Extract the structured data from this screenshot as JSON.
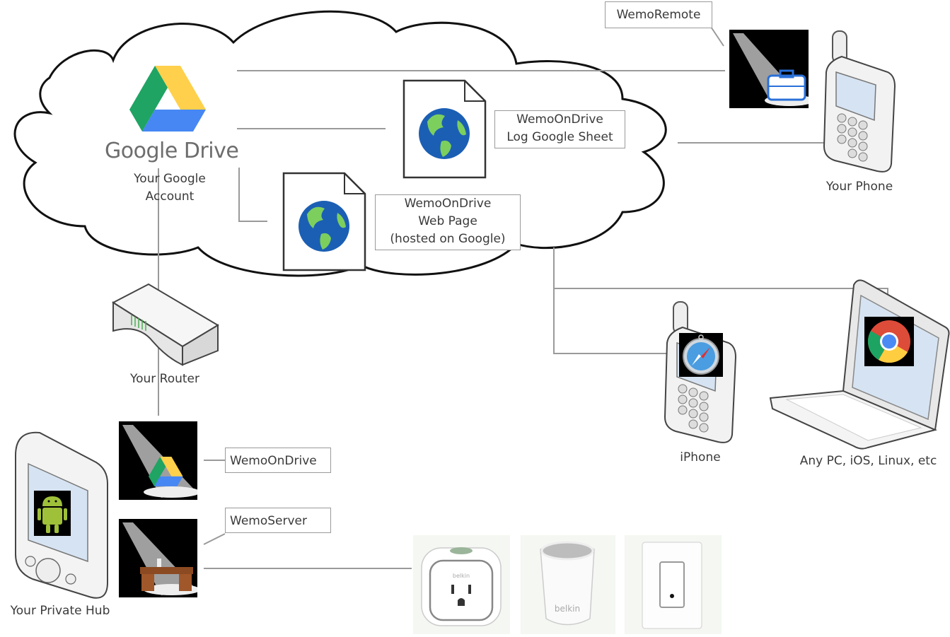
{
  "cloud": {
    "brand": "Google Drive",
    "account_label_line1": "Your Google",
    "account_label_line2": "Account",
    "doc_log": {
      "line1": "WemoOnDrive",
      "line2": "Log Google Sheet"
    },
    "doc_web": {
      "line1": "WemoOnDrive",
      "line2": "Web Page",
      "line3": "(hosted on Google)"
    }
  },
  "remote": {
    "callout": "WemoRemote",
    "device_label": "Your Phone"
  },
  "router": {
    "label": "Your Router"
  },
  "hub": {
    "label": "Your Private Hub",
    "apps": [
      {
        "callout": "WemoOnDrive",
        "icon": "google-drive-spotlight-icon"
      },
      {
        "callout": "WemoServer",
        "icon": "desk-spotlight-icon"
      }
    ]
  },
  "clients": [
    {
      "label": "iPhone",
      "icon": "safari-icon"
    },
    {
      "label": "Any PC, iOS, Linux, etc",
      "icon": "chrome-icon"
    }
  ],
  "wemo_devices": [
    {
      "name": "wemo-insight-switch",
      "brand_text": "belkin"
    },
    {
      "name": "wemo-motion-sensor",
      "brand_text": "belkin"
    },
    {
      "name": "wemo-light-switch",
      "brand_text": ""
    }
  ],
  "colors": {
    "drive_green": "#1fa463",
    "drive_yellow": "#ffd04b",
    "drive_blue": "#4687f4",
    "connector": "#9a9a9a",
    "android_green": "#9fc13a"
  }
}
